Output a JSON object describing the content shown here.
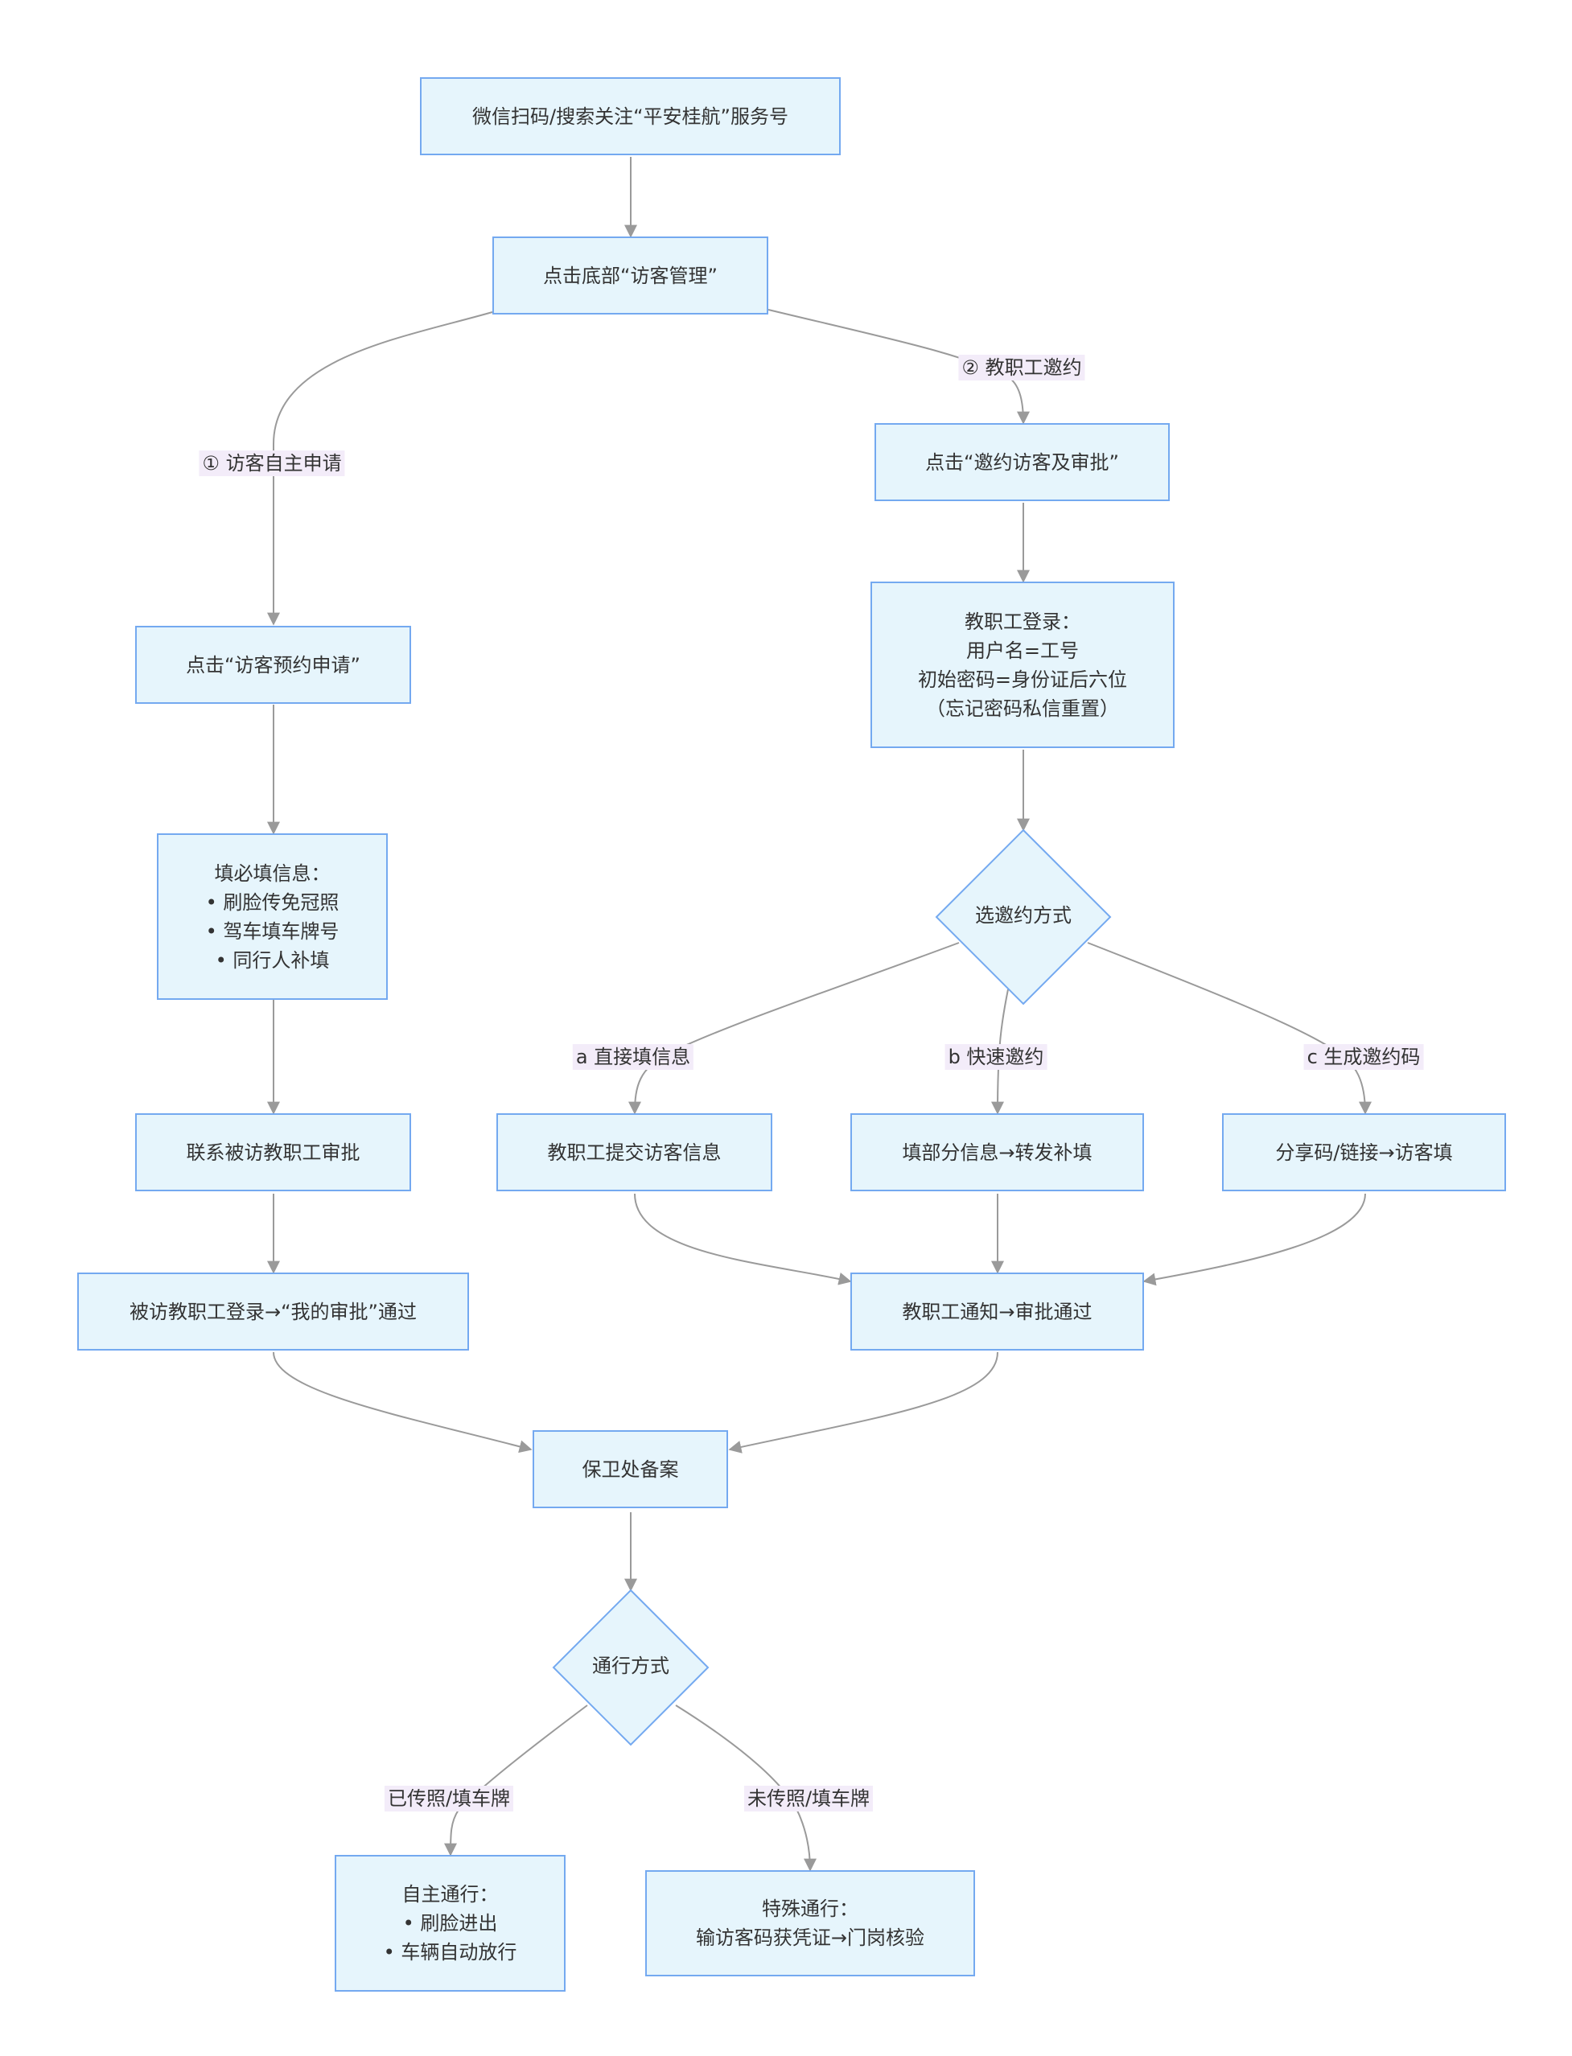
{
  "colors": {
    "node_fill": "#e6f5fc",
    "node_border": "#74a9f0",
    "edge": "#9a9a9a",
    "label_bg": "#f3ecf9",
    "text": "#333333"
  },
  "nodes": {
    "wechat": "微信扫码/搜索关注“平安桂航”服务号",
    "visitor_mgmt": "点击底部“访客管理”",
    "appt_apply": "点击“访客预约申请”",
    "required_info": [
      "填必填信息：",
      "• 刷脸传免冠照",
      "• 驾车填车牌号",
      "• 同行人补填"
    ],
    "contact_staff": "联系被访教职工审批",
    "staff_approve": "被访教职工登录→“我的审批”通过",
    "invite_approve": "点击“邀约访客及审批”",
    "staff_login": [
      "教职工登录：",
      "用户名=工号",
      "初始密码=身份证后六位",
      "（忘记密码私信重置）"
    ],
    "choose_method": "选邀约方式",
    "submit_info": "教职工提交访客信息",
    "fill_forward": "填部分信息→转发补填",
    "share_code": "分享码/链接→访客填",
    "notify_approve": "教职工通知→审批通过",
    "security_record": "保卫处备案",
    "pass_method": "通行方式",
    "self_pass": [
      "自主通行：",
      "• 刷脸进出",
      "• 车辆自动放行"
    ],
    "special_pass": [
      "特殊通行：",
      "输访客码获凭证→门岗核验"
    ]
  },
  "edge_labels": {
    "self_apply": "① 访客自主申请",
    "staff_invite": "② 教职工邀约",
    "direct_fill": "a 直接填信息",
    "quick_invite": "b 快速邀约",
    "gen_code": "c 生成邀约码",
    "photo_uploaded": "已传照/填车牌",
    "photo_not_uploaded": "未传照/填车牌"
  }
}
